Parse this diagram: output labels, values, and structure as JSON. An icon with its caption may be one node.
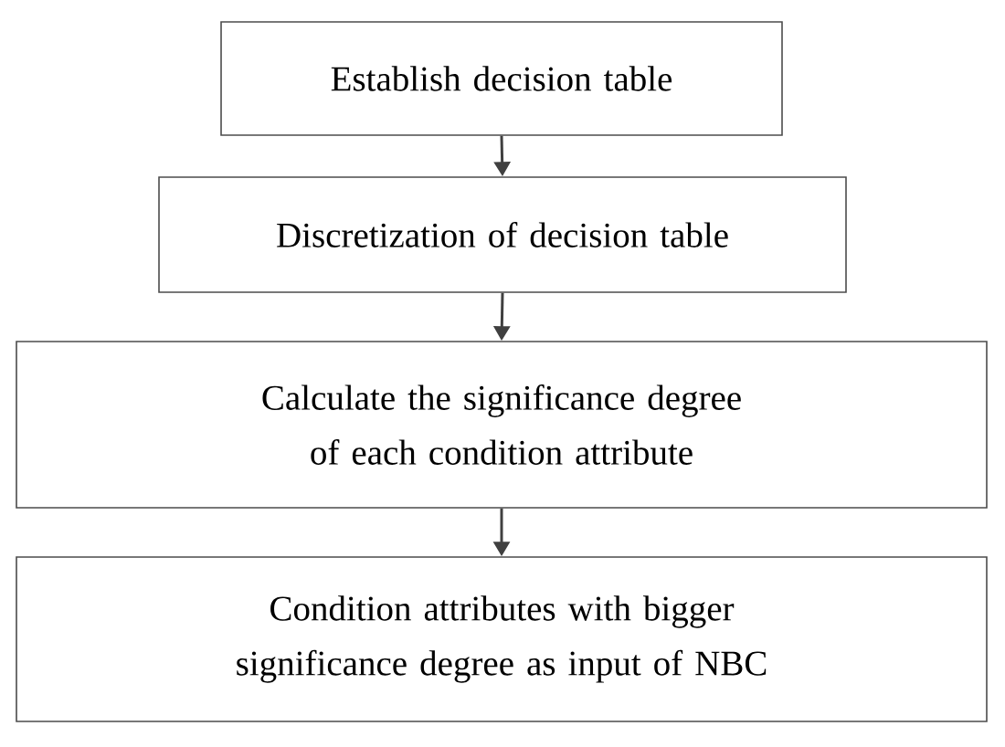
{
  "diagram": {
    "nodes": [
      {
        "text": [
          "Establish decision table"
        ]
      },
      {
        "text": [
          "Discretization of decision table"
        ]
      },
      {
        "text": [
          "Calculate the significance degree of each condition attribute"
        ]
      },
      {
        "text": [
          "Condition attributes with bigger significance degree as input of NBC"
        ]
      }
    ],
    "edges": [
      {
        "from": 0,
        "to": 1,
        "arrow": "to"
      },
      {
        "from": 1,
        "to": 2,
        "arrow": "to"
      },
      {
        "from": 2,
        "to": 3,
        "arrow": "to"
      }
    ]
  }
}
